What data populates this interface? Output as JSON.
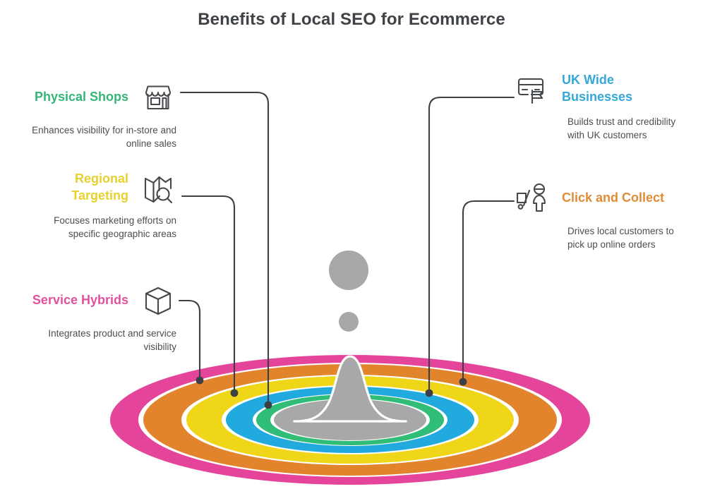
{
  "page": {
    "title": "Benefits of Local SEO for Ecommerce",
    "background": "#ffffff",
    "title_color": "#3f4246"
  },
  "colors": {
    "ring_pink": "#e4459b",
    "ring_orange": "#e2842b",
    "ring_yellow": "#f0d618",
    "ring_blue": "#22a9dd",
    "ring_green": "#2fbd78",
    "center_gray": "#a8a8a8",
    "connector": "#3c3f43",
    "icon_stroke": "#45484c",
    "body_text": "#4b4e52"
  },
  "items": [
    {
      "id": "physical-shops",
      "side": "left",
      "title": "Physical Shops",
      "title_color": "#35b678",
      "description": "Enhances visibility for in-store and online sales",
      "icon": "storefront-icon"
    },
    {
      "id": "regional-targeting",
      "side": "left",
      "title": "Regional Targeting",
      "title_color": "#e8d02f",
      "description": "Focuses marketing efforts on specific geographic areas",
      "icon": "map-search-icon"
    },
    {
      "id": "service-hybrids",
      "side": "left",
      "title": "Service Hybrids",
      "title_color": "#e2519f",
      "description": "Integrates product and service visibility",
      "icon": "cube-box-icon"
    },
    {
      "id": "uk-wide-businesses",
      "side": "right",
      "title": "UK Wide Businesses",
      "title_color": "#35a8d8",
      "description": "Builds trust and credibility with UK customers",
      "icon": "card-flag-icon"
    },
    {
      "id": "click-and-collect",
      "side": "right",
      "title": "Click and Collect",
      "title_color": "#e08b35",
      "description": "Drives local customers to pick up online orders",
      "icon": "cart-person-icon"
    }
  ],
  "diagram": {
    "name": "concentric-rings-funnel",
    "rings": [
      {
        "label": "pink",
        "color": "#e4459b"
      },
      {
        "label": "orange",
        "color": "#e2842b"
      },
      {
        "label": "yellow",
        "color": "#f0d618"
      },
      {
        "label": "blue",
        "color": "#22a9dd"
      },
      {
        "label": "green",
        "color": "#2fbd78"
      },
      {
        "label": "gray-center",
        "color": "#a8a8a8"
      }
    ],
    "peak": {
      "label": "funnel-peak",
      "color": "#a8a8a8"
    },
    "orbs": [
      {
        "label": "large-orb",
        "color": "#a8a8a8"
      },
      {
        "label": "small-orb",
        "color": "#a8a8a8"
      }
    ]
  }
}
